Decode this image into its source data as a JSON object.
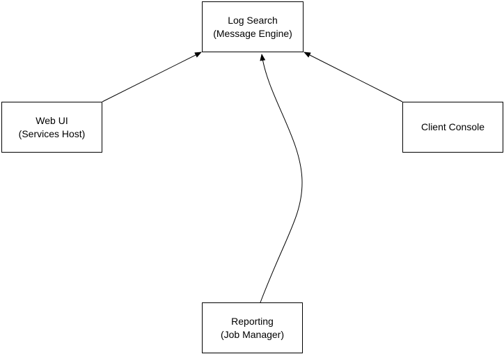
{
  "diagram": {
    "nodes": {
      "log_search": {
        "line1": "Log Search",
        "line2": "(Message Engine)"
      },
      "web_ui": {
        "line1": "Web UI",
        "line2": "(Services Host)"
      },
      "client_console": {
        "line1": "Client Console"
      },
      "reporting": {
        "line1": "Reporting",
        "line2": "(Job Manager)"
      }
    },
    "edges": [
      {
        "from": "web_ui",
        "to": "log_search"
      },
      {
        "from": "reporting",
        "to": "log_search"
      },
      {
        "from": "client_console",
        "to": "log_search"
      }
    ],
    "colors": {
      "stroke": "#000000",
      "fill": "#ffffff"
    }
  }
}
